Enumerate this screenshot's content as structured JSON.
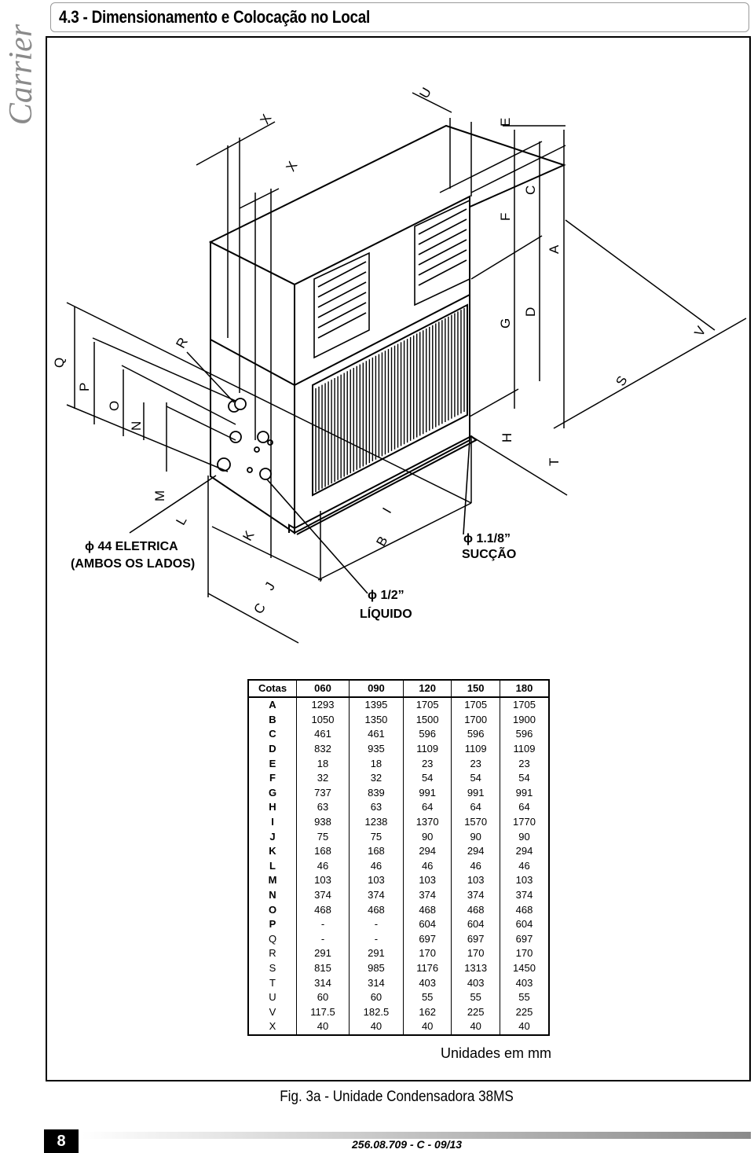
{
  "brand": "Carrier",
  "header": {
    "title": "4.3 -   Dimensionamento e Colocação no Local"
  },
  "drawing": {
    "labels": {
      "A": "A",
      "B": "B",
      "C": "C",
      "D": "D",
      "E": "E",
      "F": "F",
      "G": "G",
      "H": "H",
      "I": "I",
      "J": "J",
      "K": "K",
      "L": "L",
      "M": "M",
      "N": "N",
      "O": "O",
      "P": "P",
      "Q": "Q",
      "R": "R",
      "S": "S",
      "T": "T",
      "U": "U",
      "V": "V",
      "X": "X"
    },
    "callout_electric_1": "ϕ 44 ELETRICA",
    "callout_electric_2": "(AMBOS OS LADOS)",
    "callout_suction_1": "ϕ 1.1/8”",
    "callout_suction_2": "SUCÇÃO",
    "callout_liquid_1": "ϕ 1/2”",
    "callout_liquid_2": "LÍQUIDO"
  },
  "table": {
    "columns": [
      "Cotas",
      "060",
      "090",
      "120",
      "150",
      "180"
    ],
    "rows": [
      [
        "A",
        "1293",
        "1395",
        "1705",
        "1705",
        "1705"
      ],
      [
        "B",
        "1050",
        "1350",
        "1500",
        "1700",
        "1900"
      ],
      [
        "C",
        "461",
        "461",
        "596",
        "596",
        "596"
      ],
      [
        "D",
        "832",
        "935",
        "1109",
        "1109",
        "1109"
      ],
      [
        "E",
        "18",
        "18",
        "23",
        "23",
        "23"
      ],
      [
        "F",
        "32",
        "32",
        "54",
        "54",
        "54"
      ],
      [
        "G",
        "737",
        "839",
        "991",
        "991",
        "991"
      ],
      [
        "H",
        "63",
        "63",
        "64",
        "64",
        "64"
      ],
      [
        "I",
        "938",
        "1238",
        "1370",
        "1570",
        "1770"
      ],
      [
        "J",
        "75",
        "75",
        "90",
        "90",
        "90"
      ],
      [
        "K",
        "168",
        "168",
        "294",
        "294",
        "294"
      ],
      [
        "L",
        "46",
        "46",
        "46",
        "46",
        "46"
      ],
      [
        "M",
        "103",
        "103",
        "103",
        "103",
        "103"
      ],
      [
        "N",
        "374",
        "374",
        "374",
        "374",
        "374"
      ],
      [
        "O",
        "468",
        "468",
        "468",
        "468",
        "468"
      ],
      [
        "P",
        "-",
        "-",
        "604",
        "604",
        "604"
      ],
      [
        "Q",
        "-",
        "-",
        "697",
        "697",
        "697"
      ],
      [
        "R",
        "291",
        "291",
        "170",
        "170",
        "170"
      ],
      [
        "S",
        "815",
        "985",
        "1176",
        "1313",
        "1450"
      ],
      [
        "T",
        "314",
        "314",
        "403",
        "403",
        "403"
      ],
      [
        "U",
        "60",
        "60",
        "55",
        "55",
        "55"
      ],
      [
        "V",
        "117.5",
        "182.5",
        "162",
        "225",
        "225"
      ],
      [
        "X",
        "40",
        "40",
        "40",
        "40",
        "40"
      ]
    ],
    "units": "Unidades em mm"
  },
  "caption": "Fig. 3a - Unidade Condensadora 38MS",
  "footer": {
    "page_number": "8",
    "doc_code": "256.08.709 - C - 09/13"
  }
}
